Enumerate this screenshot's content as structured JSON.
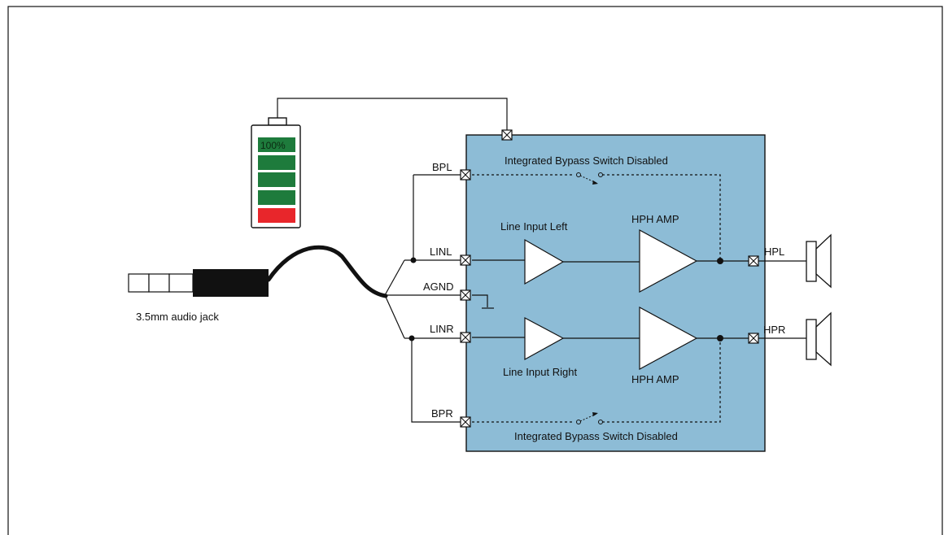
{
  "chip": {
    "fill_color": "#8dbcd6",
    "bypass_top_label": "Integrated Bypass Switch Disabled",
    "bypass_bottom_label": "Integrated Bypass Switch Disabled",
    "line_input_left_label": "Line Input Left",
    "line_input_right_label": "Line Input Right",
    "hph_amp_top_label": "HPH AMP",
    "hph_amp_bottom_label": "HPH AMP"
  },
  "pins": {
    "bpl": "BPL",
    "linl": "LINL",
    "agnd": "AGND",
    "linr": "LINR",
    "bpr": "BPR",
    "hpl": "HPL",
    "hpr": "HPR"
  },
  "battery": {
    "level_label": "100%",
    "level": 1.0,
    "green_color": "#1e7b3c",
    "red_color": "#e8262b"
  },
  "jack": {
    "label": "3.5mm audio jack"
  },
  "icons": [
    "battery-icon",
    "audio-jack-icon",
    "speaker-icon",
    "ground-icon"
  ]
}
